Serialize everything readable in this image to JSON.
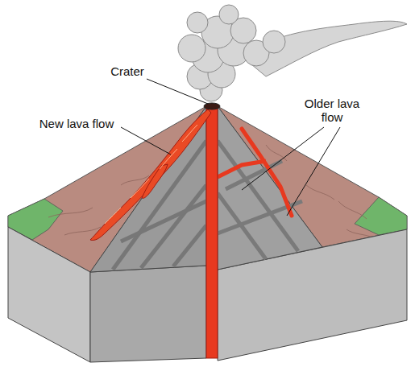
{
  "diagram": {
    "labels": [
      "Crater",
      "New lava flow",
      "Older lava flow"
    ]
  }
}
